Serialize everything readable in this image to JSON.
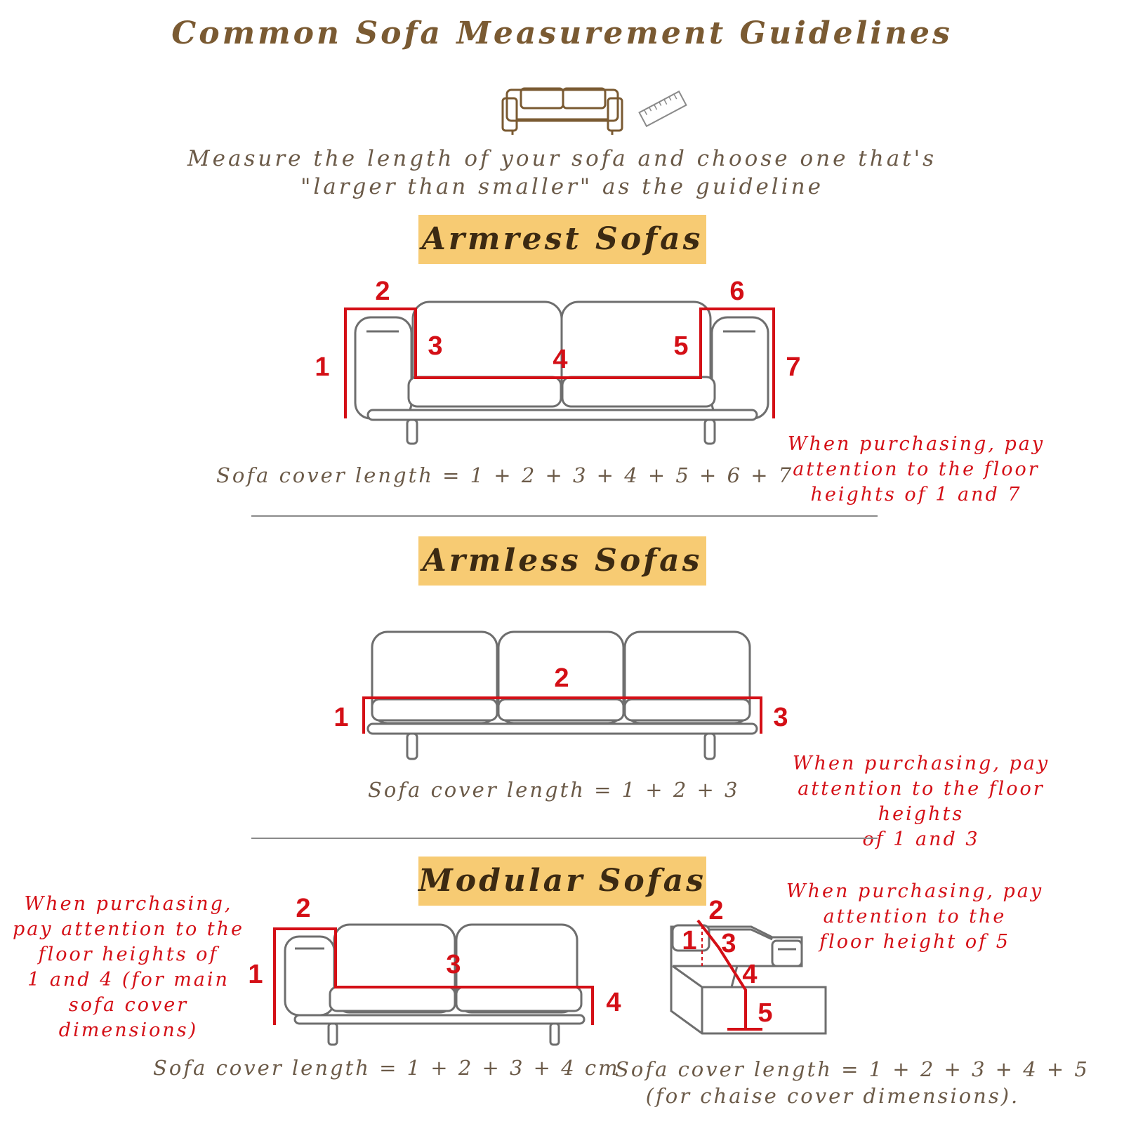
{
  "header": {
    "title": "Common Sofa Measurement Guidelines",
    "subtitle_line1": "Measure the length of your sofa and choose one that's",
    "subtitle_line2": "\"larger than smaller\" as the guideline"
  },
  "colors": {
    "accent_red": "#d40f16",
    "banner_yellow": "#f7cb73",
    "title_brown": "#7a5a32",
    "outline_gray": "#6e6e6e"
  },
  "armrest": {
    "heading": "Armrest Sofas",
    "labels": [
      "1",
      "2",
      "3",
      "4",
      "5",
      "6",
      "7"
    ],
    "formula": "Sofa cover length = 1 + 2 + 3 + 4 + 5 + 6 + 7",
    "note": "When purchasing, pay\nattention to the floor\nheights of 1 and 7"
  },
  "armless": {
    "heading": "Armless Sofas",
    "labels": [
      "1",
      "2",
      "3"
    ],
    "formula": "Sofa cover length = 1 + 2 + 3",
    "note": "When purchasing, pay\nattention to the floor heights\nof 1 and 3"
  },
  "modular": {
    "heading": "Modular Sofas",
    "main_labels": [
      "1",
      "2",
      "3",
      "4"
    ],
    "chaise_labels": [
      "1",
      "2",
      "3",
      "4",
      "5"
    ],
    "main_note": "When purchasing,\npay attention to the\nfloor heights of\n1 and 4 (for main\nsofa cover dimensions)",
    "chaise_note": "When purchasing, pay\nattention to the\nfloor height of 5",
    "main_formula": "Sofa cover length = 1 + 2 + 3 + 4 cm",
    "chaise_formula_line1": "Sofa cover length = 1 + 2 + 3 + 4 + 5",
    "chaise_formula_line2": "(for chaise cover dimensions)."
  }
}
